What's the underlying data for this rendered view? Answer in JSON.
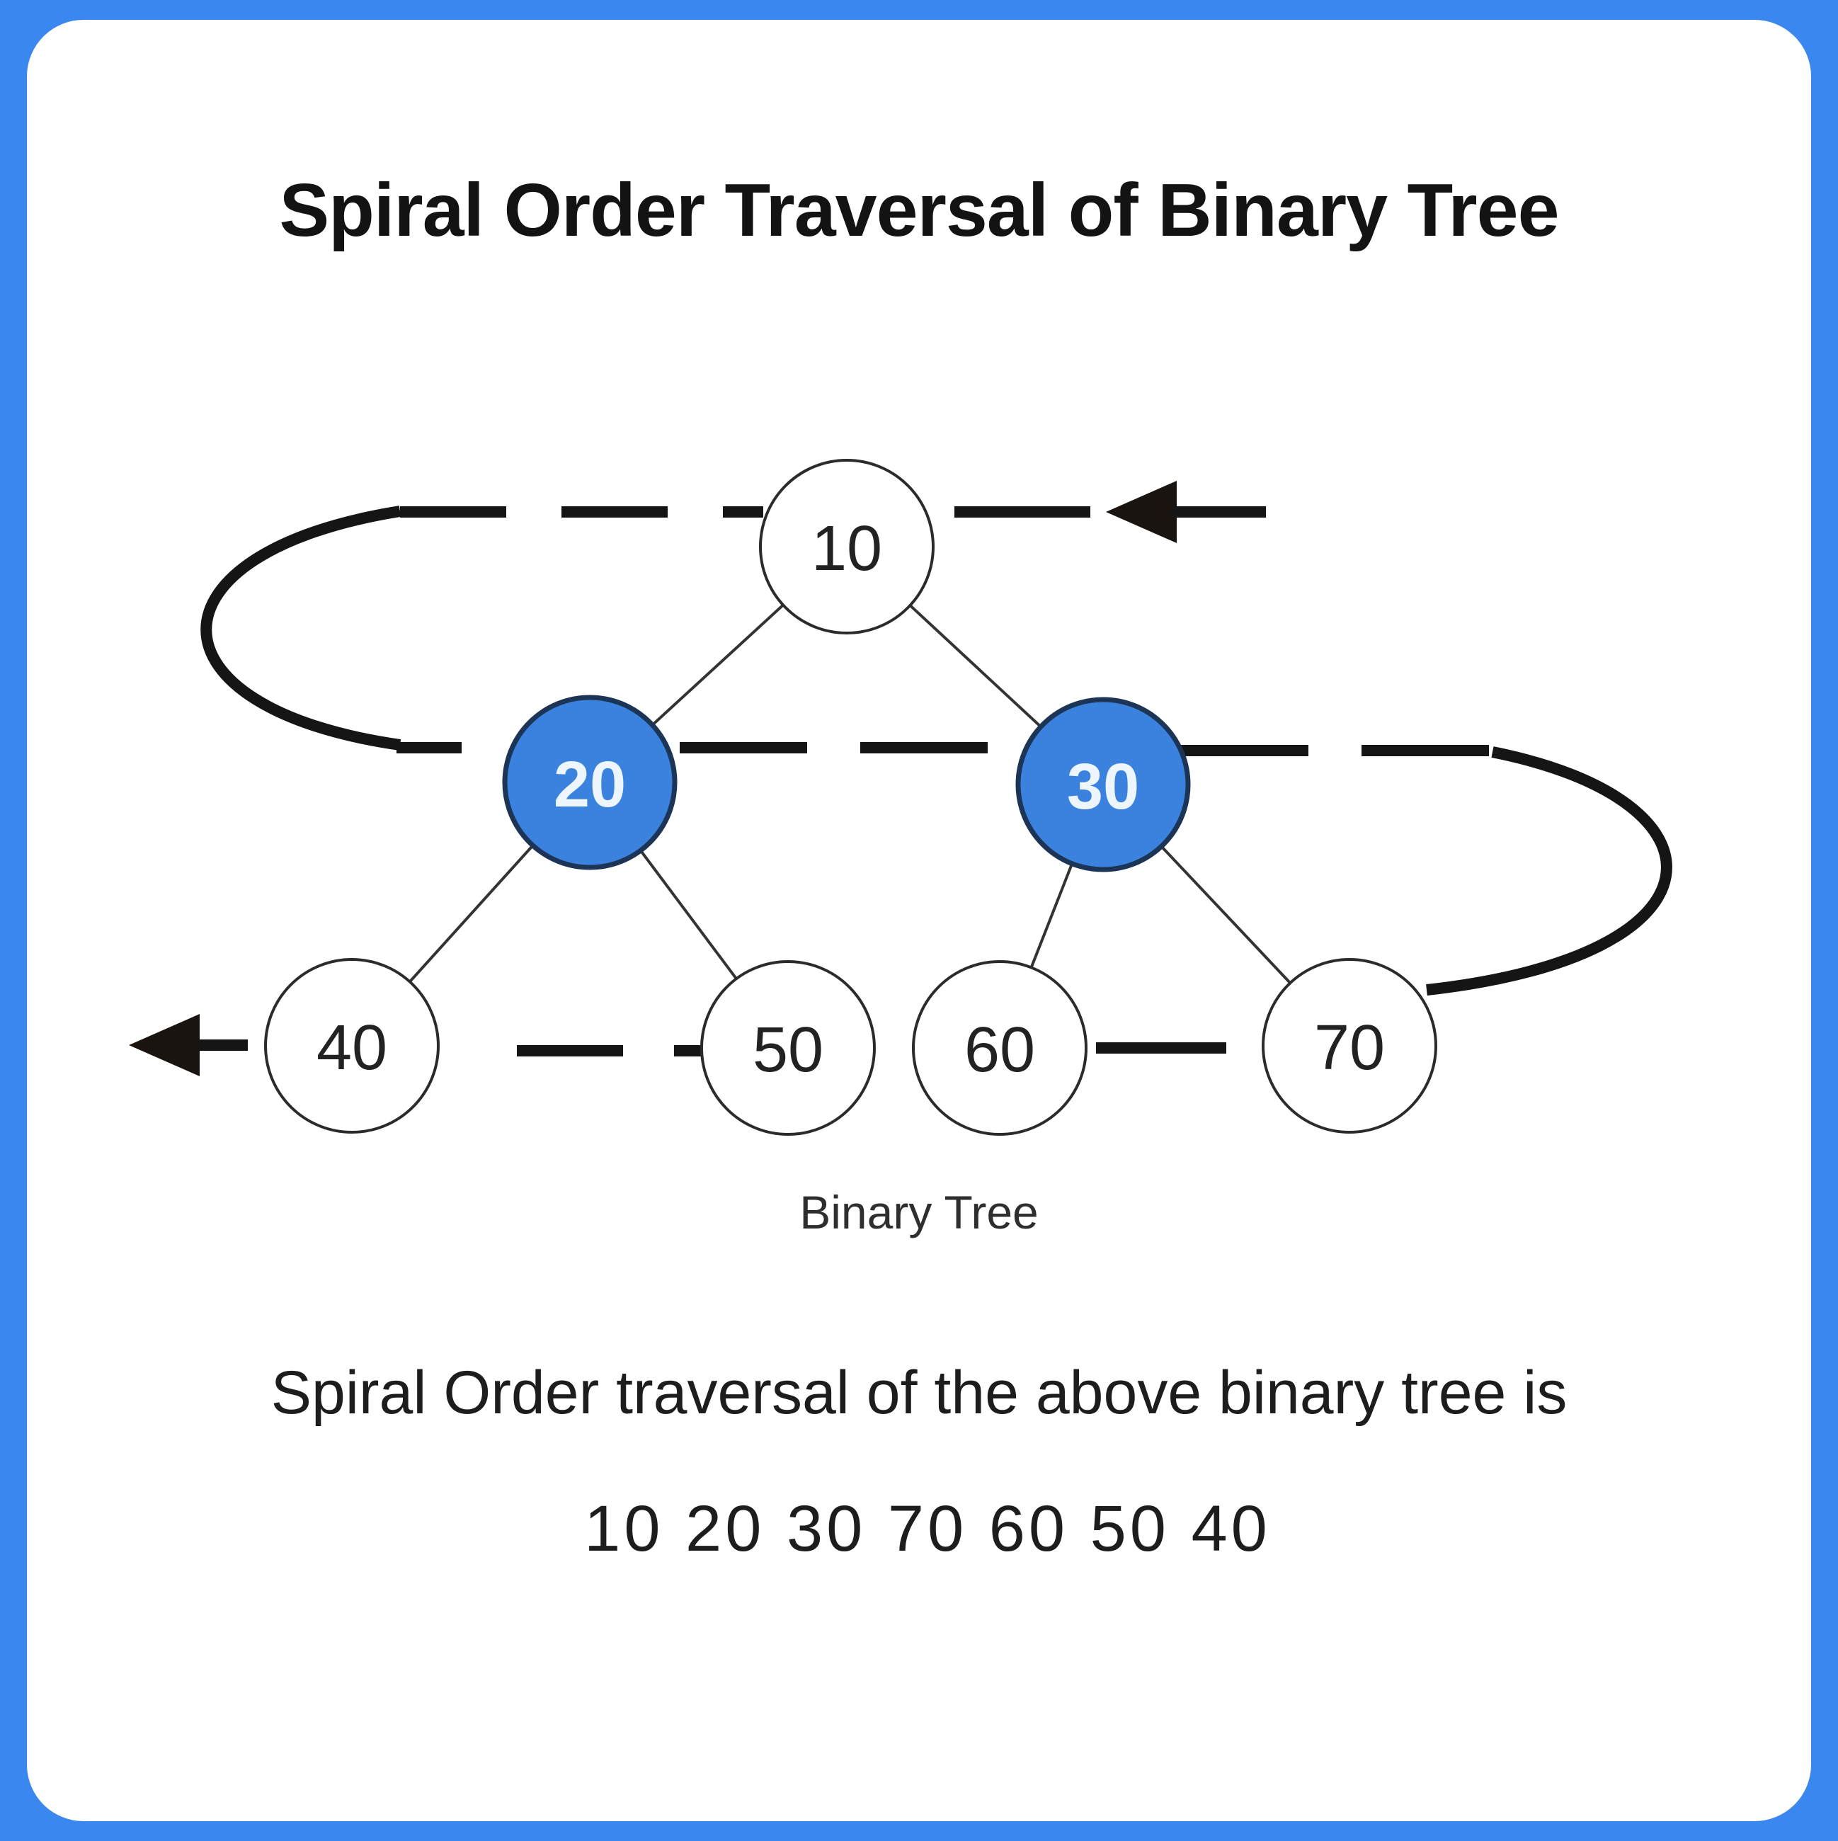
{
  "title": "Spiral Order Traversal of Binary Tree",
  "tree": {
    "caption": "Binary Tree",
    "nodes": [
      {
        "label": "10",
        "variant": "white"
      },
      {
        "label": "20",
        "variant": "blue"
      },
      {
        "label": "30",
        "variant": "blue"
      },
      {
        "label": "40",
        "variant": "white"
      },
      {
        "label": "50",
        "variant": "white"
      },
      {
        "label": "60",
        "variant": "white"
      },
      {
        "label": "70",
        "variant": "white"
      }
    ],
    "edges": [
      "10-20",
      "10-30",
      "20-40",
      "20-50",
      "30-60",
      "30-70"
    ],
    "traversal_direction_icons": [
      "top-arrowhead-left",
      "bottom-arrowhead-left"
    ]
  },
  "summary": {
    "line1": "Spiral Order traversal of the above binary tree is",
    "line2": "10 20 30 70 60 50 40"
  },
  "colors": {
    "frame_blue": "#3B87F0",
    "card_white": "#FFFFFF",
    "node_blue_fill": "#3A82DE",
    "node_blue_border": "#1C3557",
    "node_white_fill": "#FFFFFF",
    "node_white_border": "#2B2B2B",
    "line_black": "#151515",
    "text_dark": "#1D1D1D"
  }
}
